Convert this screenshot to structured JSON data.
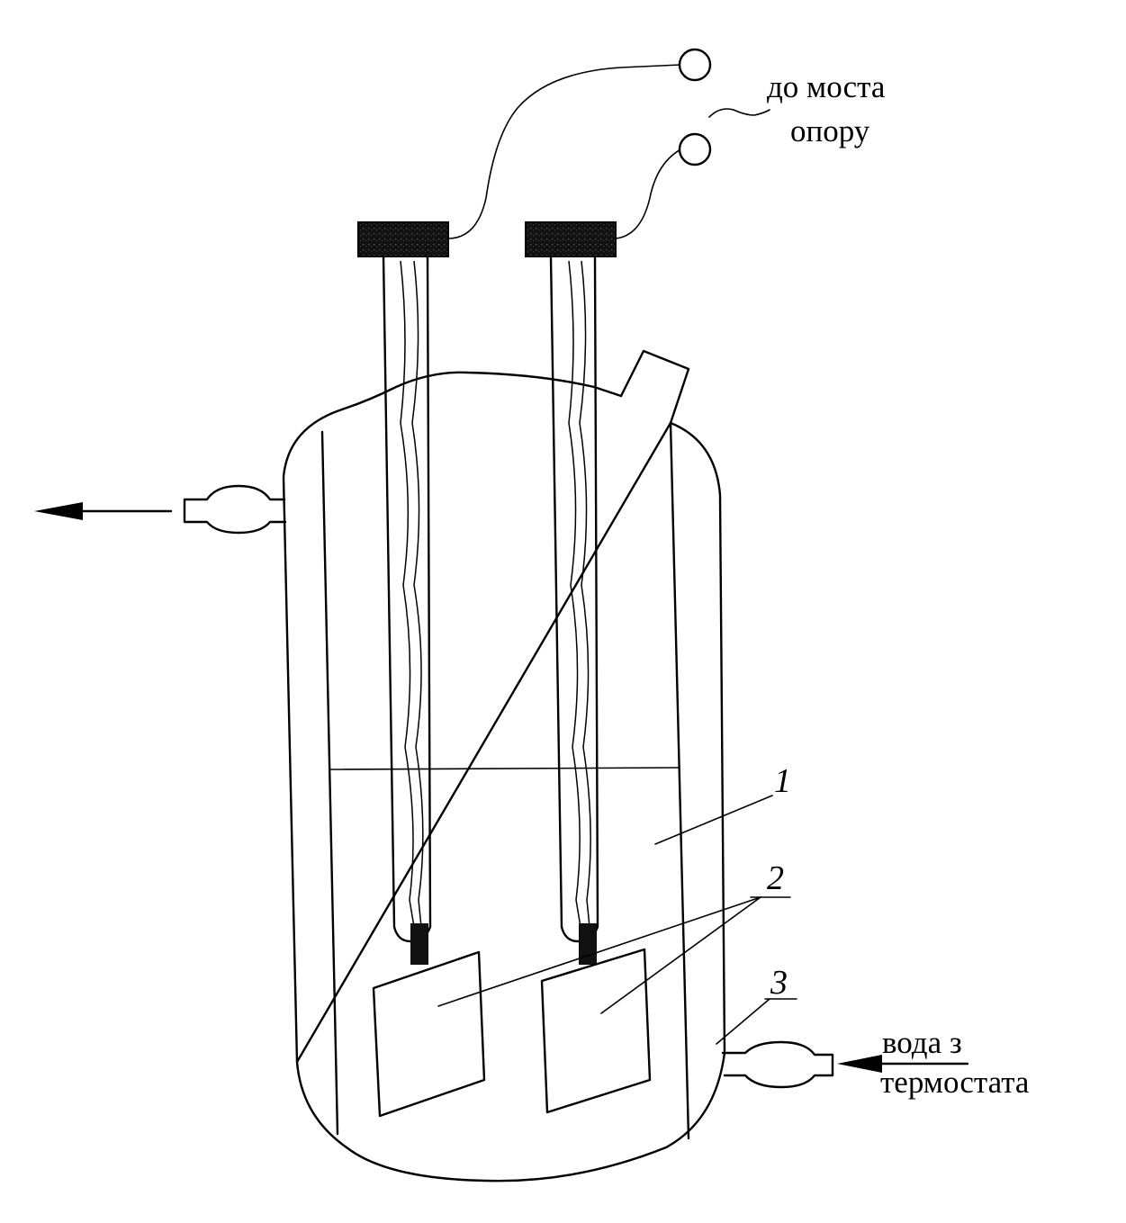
{
  "labels": {
    "bridge_line1": "до моста",
    "bridge_line2": "опору",
    "water_line1": "вода з",
    "water_line2": "термостата"
  },
  "callouts": {
    "solution": "1",
    "electrodes": "2",
    "jacket": "3"
  }
}
